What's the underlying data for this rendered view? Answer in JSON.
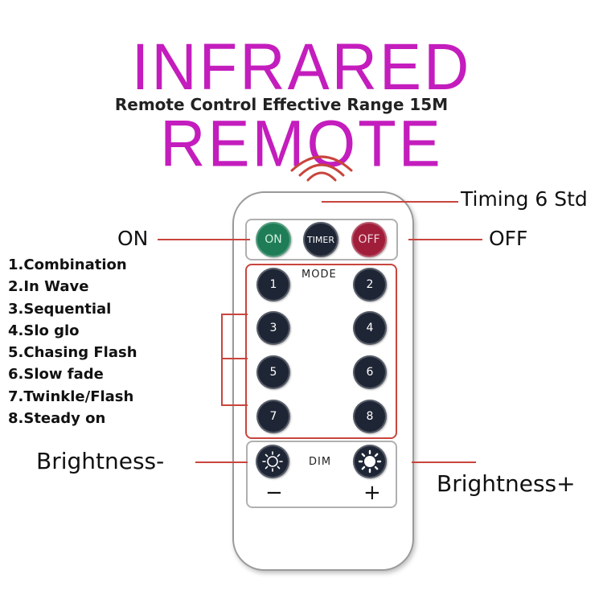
{
  "title": "INFRARED REMOTE",
  "subtitle": "Remote Control Effective Range 15M",
  "labels": {
    "timing": "Timing 6 Std",
    "on": "ON",
    "off": "OFF",
    "brightness_minus": "Brightness-",
    "brightness_plus": "Brightness+"
  },
  "modes": [
    "1.Combination",
    "2.In Wave",
    "3.Sequential",
    "4.Slo glo",
    "5.Chasing Flash",
    "6.Slow fade",
    "7.Twinkle/Flash",
    "8.Steady on"
  ],
  "remote": {
    "on_button": "ON",
    "timer_button": "TIMER",
    "off_button": "OFF",
    "mode_label": "MODE",
    "dim_label": "DIM",
    "minus_sign": "−",
    "plus_sign": "+",
    "mode_buttons": [
      "1",
      "2",
      "3",
      "4",
      "5",
      "6",
      "7",
      "8"
    ]
  },
  "colors": {
    "title": "#c41dbd",
    "accent_line": "#c8453d",
    "on_button": "#1e7d56",
    "off_button": "#a01e3a",
    "dark_button": "#1e2535"
  },
  "icons": {
    "signal": "infrared-signal-icon",
    "brightness_down": "sun-outline-icon",
    "brightness_up": "sun-filled-icon"
  }
}
